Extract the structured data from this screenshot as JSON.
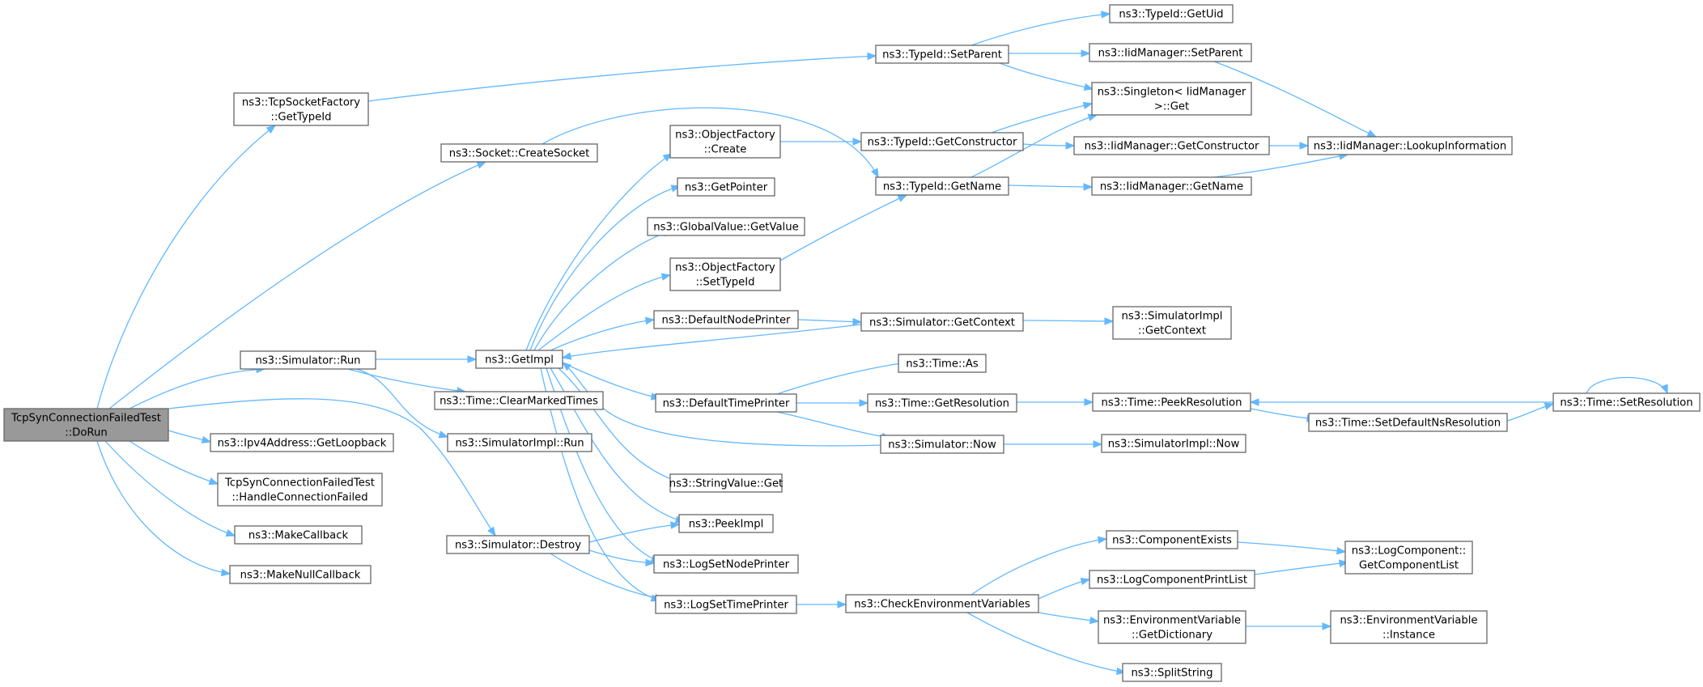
{
  "colors": {
    "edge": "#63b8ff",
    "node_border": "#666666",
    "root_fill": "#999999",
    "node_fill": "#ffffff"
  },
  "nodes": [
    {
      "id": "root",
      "lines": [
        "TcpSynConnectionFailedTest",
        "::DoRun"
      ]
    },
    {
      "id": "tcpsf",
      "lines": [
        "ns3::TcpSocketFactory",
        "::GetTypeId"
      ]
    },
    {
      "id": "createsocket",
      "lines": [
        "ns3::Socket::CreateSocket"
      ]
    },
    {
      "id": "simrun",
      "lines": [
        "ns3::Simulator::Run"
      ]
    },
    {
      "id": "loopback",
      "lines": [
        "ns3::Ipv4Address::GetLoopback"
      ]
    },
    {
      "id": "handlecf",
      "lines": [
        "TcpSynConnectionFailedTest",
        "::HandleConnectionFailed"
      ]
    },
    {
      "id": "makecb",
      "lines": [
        "ns3::MakeCallback"
      ]
    },
    {
      "id": "makenullcb",
      "lines": [
        "ns3::MakeNullCallback"
      ]
    },
    {
      "id": "simdestroy",
      "lines": [
        "ns3::Simulator::Destroy"
      ]
    },
    {
      "id": "getimpl",
      "lines": [
        "ns3::GetImpl"
      ]
    },
    {
      "id": "clearmarked",
      "lines": [
        "ns3::Time::ClearMarkedTimes"
      ]
    },
    {
      "id": "simimplrun",
      "lines": [
        "ns3::SimulatorImpl::Run"
      ]
    },
    {
      "id": "ofcreate",
      "lines": [
        "ns3::ObjectFactory",
        "::Create"
      ]
    },
    {
      "id": "getpointer",
      "lines": [
        "ns3::GetPointer"
      ]
    },
    {
      "id": "gvgetvalue",
      "lines": [
        "ns3::GlobalValue::GetValue"
      ]
    },
    {
      "id": "ofsettypeid",
      "lines": [
        "ns3::ObjectFactory",
        "::SetTypeId"
      ]
    },
    {
      "id": "defnodeprinter",
      "lines": [
        "ns3::DefaultNodePrinter"
      ]
    },
    {
      "id": "deftimeprinter",
      "lines": [
        "ns3::DefaultTimePrinter"
      ]
    },
    {
      "id": "strget",
      "lines": [
        "ns3::StringValue::Get"
      ]
    },
    {
      "id": "peekimpl",
      "lines": [
        "ns3::PeekImpl"
      ]
    },
    {
      "id": "logsetnode",
      "lines": [
        "ns3::LogSetNodePrinter"
      ]
    },
    {
      "id": "logsettime",
      "lines": [
        "ns3::LogSetTimePrinter"
      ]
    },
    {
      "id": "tisetparent",
      "lines": [
        "ns3::TypeId::SetParent"
      ]
    },
    {
      "id": "tigetctor",
      "lines": [
        "ns3::TypeId::GetConstructor"
      ]
    },
    {
      "id": "tigetname",
      "lines": [
        "ns3::TypeId::GetName"
      ]
    },
    {
      "id": "simgetctx",
      "lines": [
        "ns3::Simulator::GetContext"
      ]
    },
    {
      "id": "timeas",
      "lines": [
        "ns3::Time::As"
      ]
    },
    {
      "id": "timegetres",
      "lines": [
        "ns3::Time::GetResolution"
      ]
    },
    {
      "id": "simnow",
      "lines": [
        "ns3::Simulator::Now"
      ]
    },
    {
      "id": "checkenv",
      "lines": [
        "ns3::CheckEnvironmentVariables"
      ]
    },
    {
      "id": "tigetuid",
      "lines": [
        "ns3::TypeId::GetUid"
      ]
    },
    {
      "id": "iidsetparent",
      "lines": [
        "ns3::IidManager::SetParent"
      ]
    },
    {
      "id": "singleton",
      "lines": [
        "ns3::Singleton< IidManager",
        ">::Get"
      ]
    },
    {
      "id": "iidgetctor",
      "lines": [
        "ns3::IidManager::GetConstructor"
      ]
    },
    {
      "id": "iidgetname",
      "lines": [
        "ns3::IidManager::GetName"
      ]
    },
    {
      "id": "simimplgetctx",
      "lines": [
        "ns3::SimulatorImpl",
        "::GetContext"
      ]
    },
    {
      "id": "peekres",
      "lines": [
        "ns3::Time::PeekResolution"
      ]
    },
    {
      "id": "setdefns",
      "lines": [
        "ns3::Time::SetDefaultNsResolution"
      ]
    },
    {
      "id": "simimplnow",
      "lines": [
        "ns3::SimulatorImpl::Now"
      ]
    },
    {
      "id": "compexists",
      "lines": [
        "ns3::ComponentExists"
      ]
    },
    {
      "id": "logcompprint",
      "lines": [
        "ns3::LogComponentPrintList"
      ]
    },
    {
      "id": "envgetdict",
      "lines": [
        "ns3::EnvironmentVariable",
        "::GetDictionary"
      ]
    },
    {
      "id": "splitstring",
      "lines": [
        "ns3::SplitString"
      ]
    },
    {
      "id": "iidlookup",
      "lines": [
        "ns3::IidManager::LookupInformation"
      ]
    },
    {
      "id": "timesetres",
      "lines": [
        "ns3::Time::SetResolution"
      ]
    },
    {
      "id": "logcompget",
      "lines": [
        "ns3::LogComponent::",
        "GetComponentList"
      ]
    },
    {
      "id": "envinstance",
      "lines": [
        "ns3::EnvironmentVariable",
        "::Instance"
      ]
    }
  ]
}
